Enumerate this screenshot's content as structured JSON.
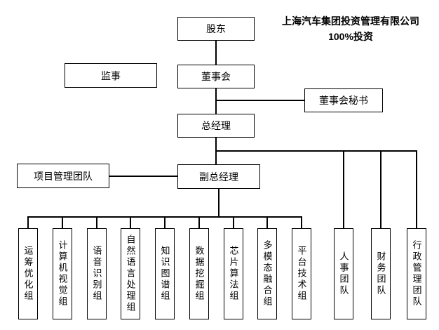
{
  "annotation": {
    "line1": "上海汽车集团投资管理有限公司",
    "line2": "100%投资"
  },
  "nodes": {
    "shareholder": "股东",
    "supervisor": "监事",
    "board": "董事会",
    "board_secretary": "董事会秘书",
    "general_manager": "总经理",
    "deputy_general_manager": "副总经理",
    "project_management_team": "项目管理团队"
  },
  "groups": [
    {
      "label": "运筹优化组"
    },
    {
      "label": "计算机视觉组"
    },
    {
      "label": "语音识别组"
    },
    {
      "label": "自然语言处理组"
    },
    {
      "label": "知识图谱组"
    },
    {
      "label": "数据挖掘组"
    },
    {
      "label": "芯片算法组"
    },
    {
      "label": "多模态融合组"
    },
    {
      "label": "平台技术组"
    }
  ],
  "teams": [
    {
      "label": "人事团队"
    },
    {
      "label": "财务团队"
    },
    {
      "label": "行政管理团队"
    }
  ],
  "colors": {
    "line": "#000000",
    "background": "#ffffff"
  }
}
